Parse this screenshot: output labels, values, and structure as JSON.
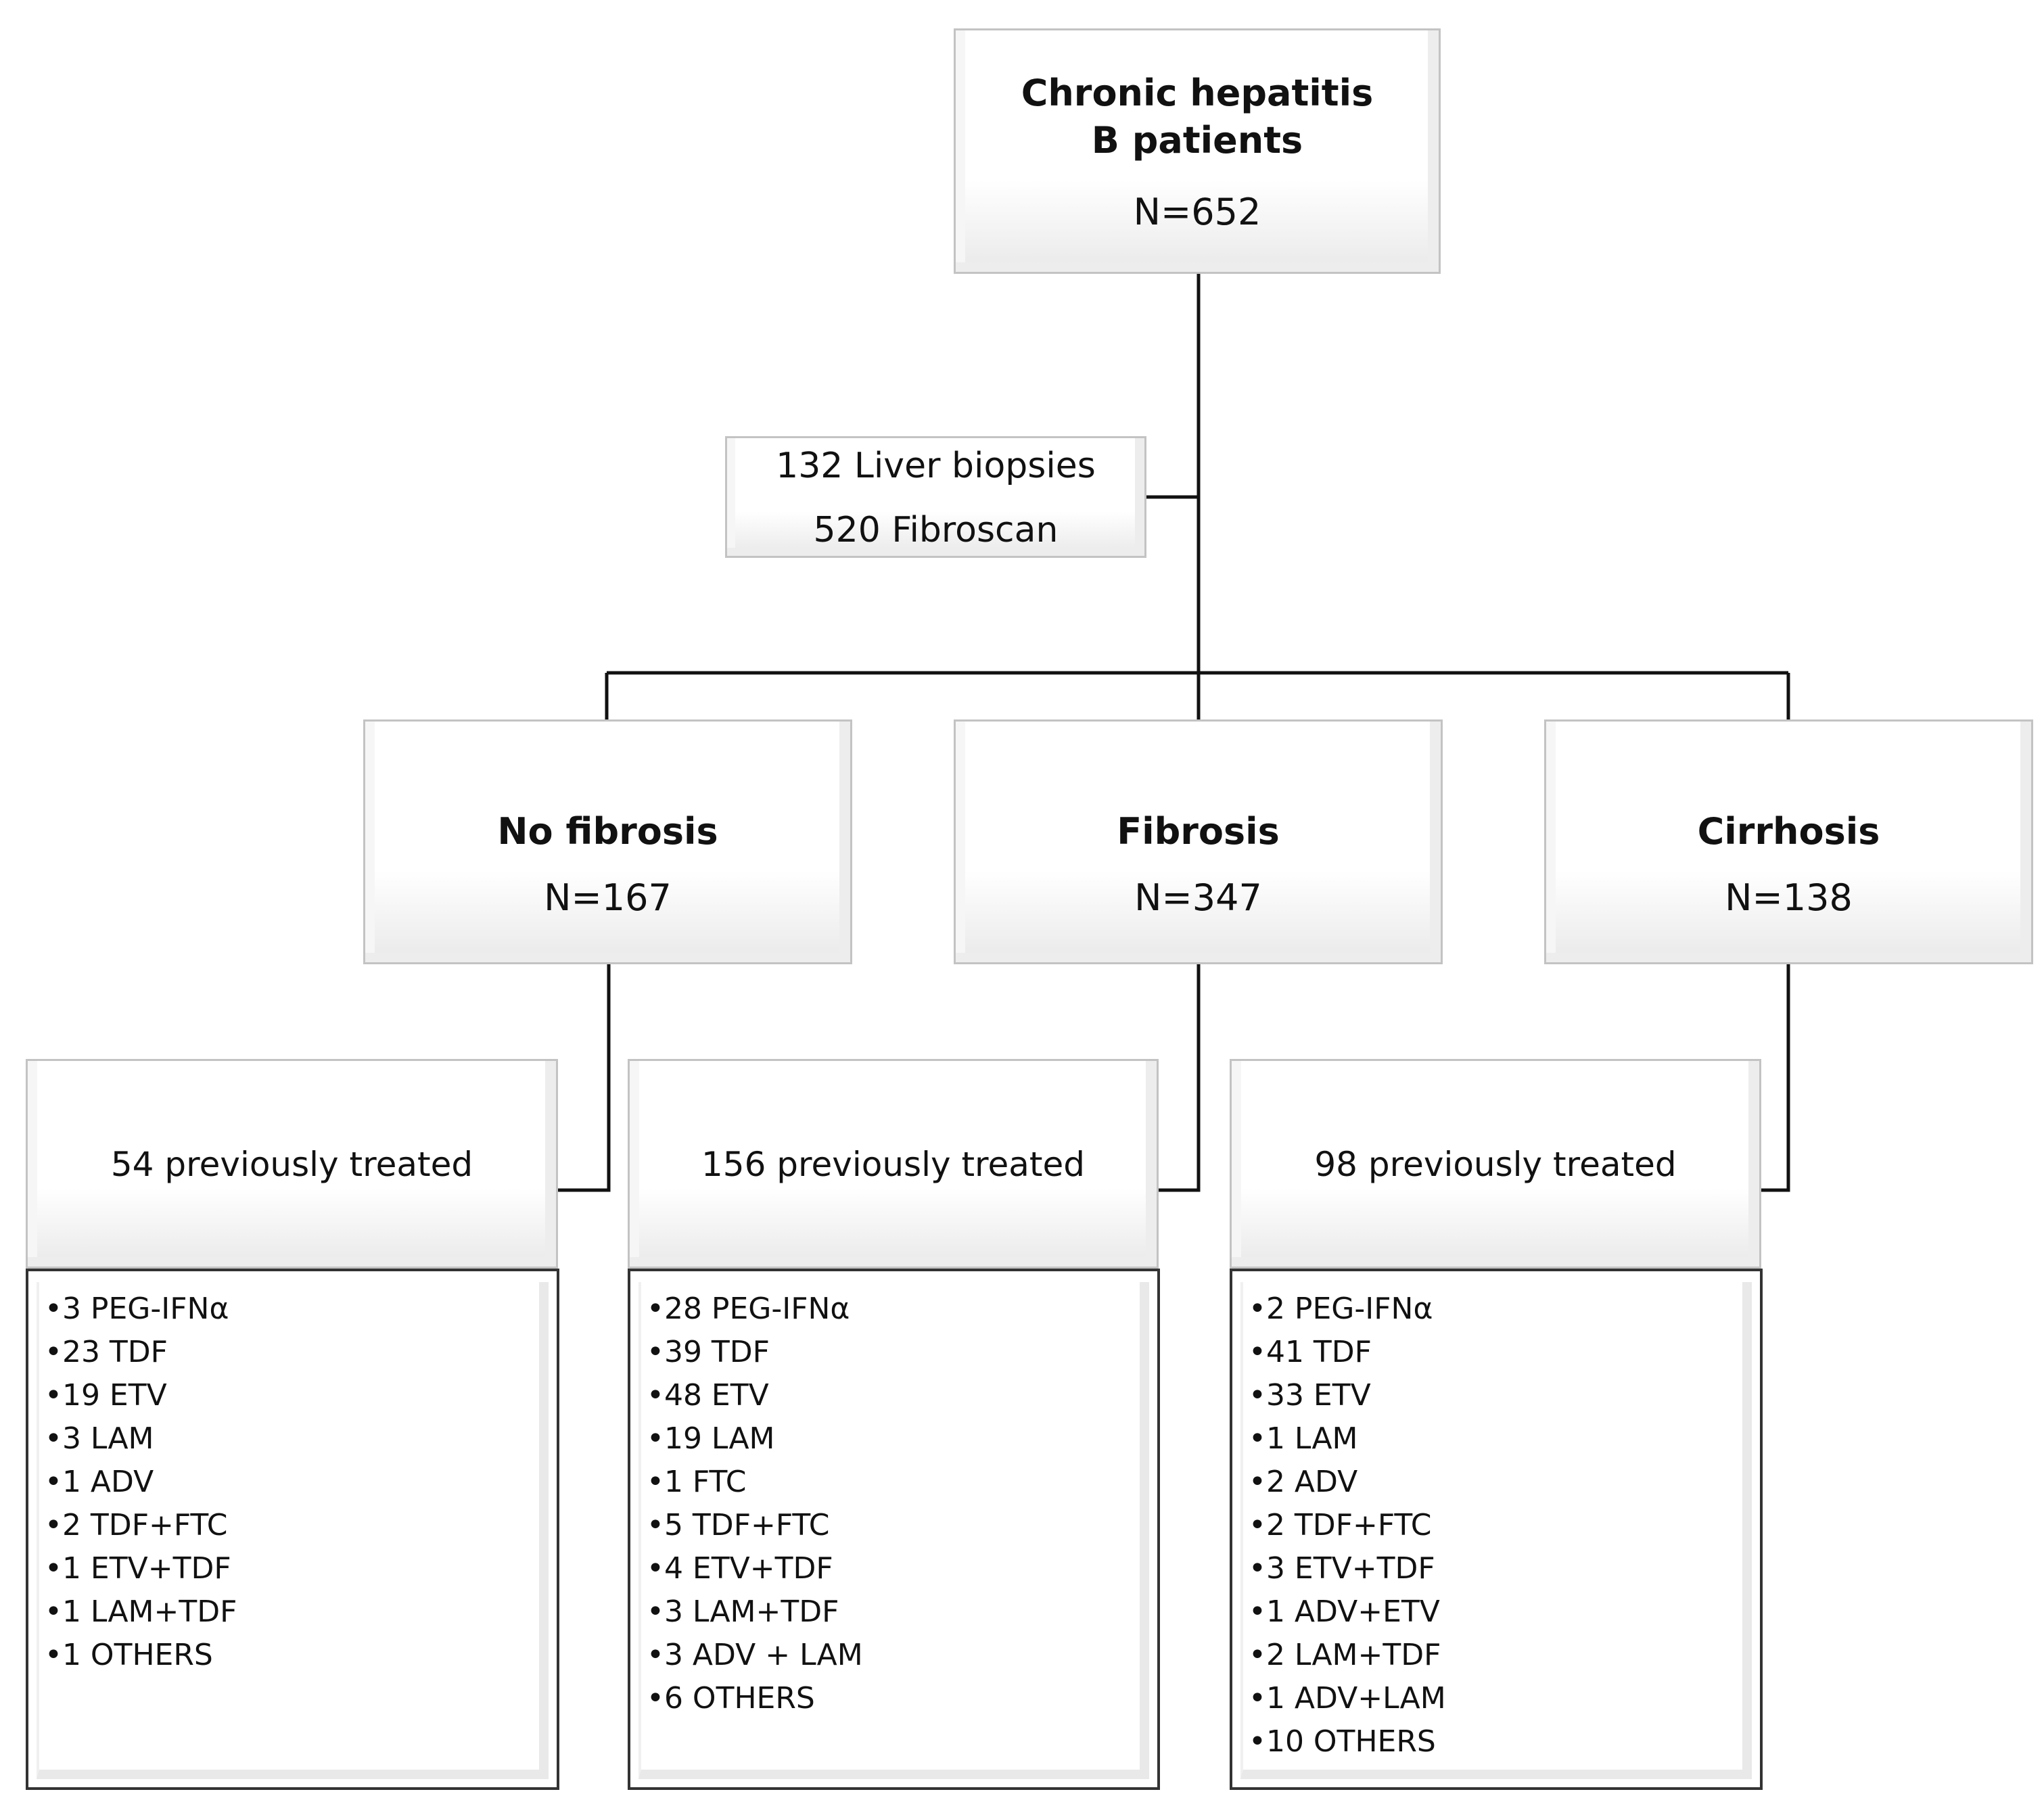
{
  "root": {
    "title": "Chronic hepatitis B patients",
    "count": "N=652"
  },
  "assessment": {
    "line1": "132 Liver biopsies",
    "line2": "520 Fibroscan"
  },
  "groups": [
    {
      "title": "No fibrosis",
      "count": "N=167",
      "treated": "54 previously treated",
      "treatments": [
        "3 PEG-IFNα",
        "23 TDF",
        "19 ETV",
        "3 LAM",
        "1 ADV",
        "2 TDF+FTC",
        "1 ETV+TDF",
        "1 LAM+TDF",
        "1 OTHERS"
      ]
    },
    {
      "title": "Fibrosis",
      "count": "N=347",
      "treated": "156 previously treated",
      "treatments": [
        "28 PEG-IFNα",
        "39 TDF",
        "48 ETV",
        "19 LAM",
        "1 FTC",
        "5 TDF+FTC",
        "4 ETV+TDF",
        "3 LAM+TDF",
        "3 ADV + LAM",
        "6 OTHERS"
      ]
    },
    {
      "title": "Cirrhosis",
      "count": "N=138",
      "treated": "98 previously treated",
      "treatments": [
        "2 PEG-IFNα",
        "41 TDF",
        "33 ETV",
        "1 LAM",
        "2 ADV",
        "2 TDF+FTC",
        "3 ETV+TDF",
        "1 ADV+ETV",
        "2 LAM+TDF",
        "1 ADV+LAM",
        "10 OTHERS"
      ]
    }
  ]
}
